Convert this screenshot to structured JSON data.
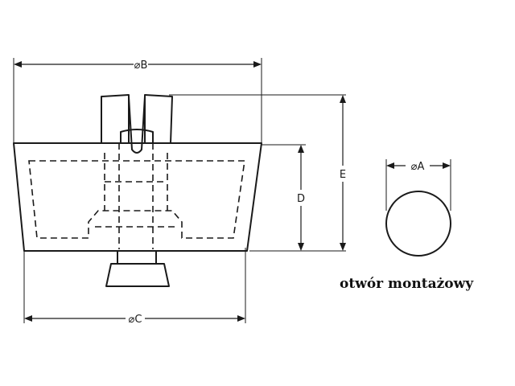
{
  "dimensions": {
    "A": "⌀A",
    "B": "⌀B",
    "C": "⌀C",
    "D": "D",
    "E": "E"
  },
  "caption": "otwór montażowy",
  "colors": {
    "ink": "#1a1a1a",
    "background": "#ffffff"
  }
}
